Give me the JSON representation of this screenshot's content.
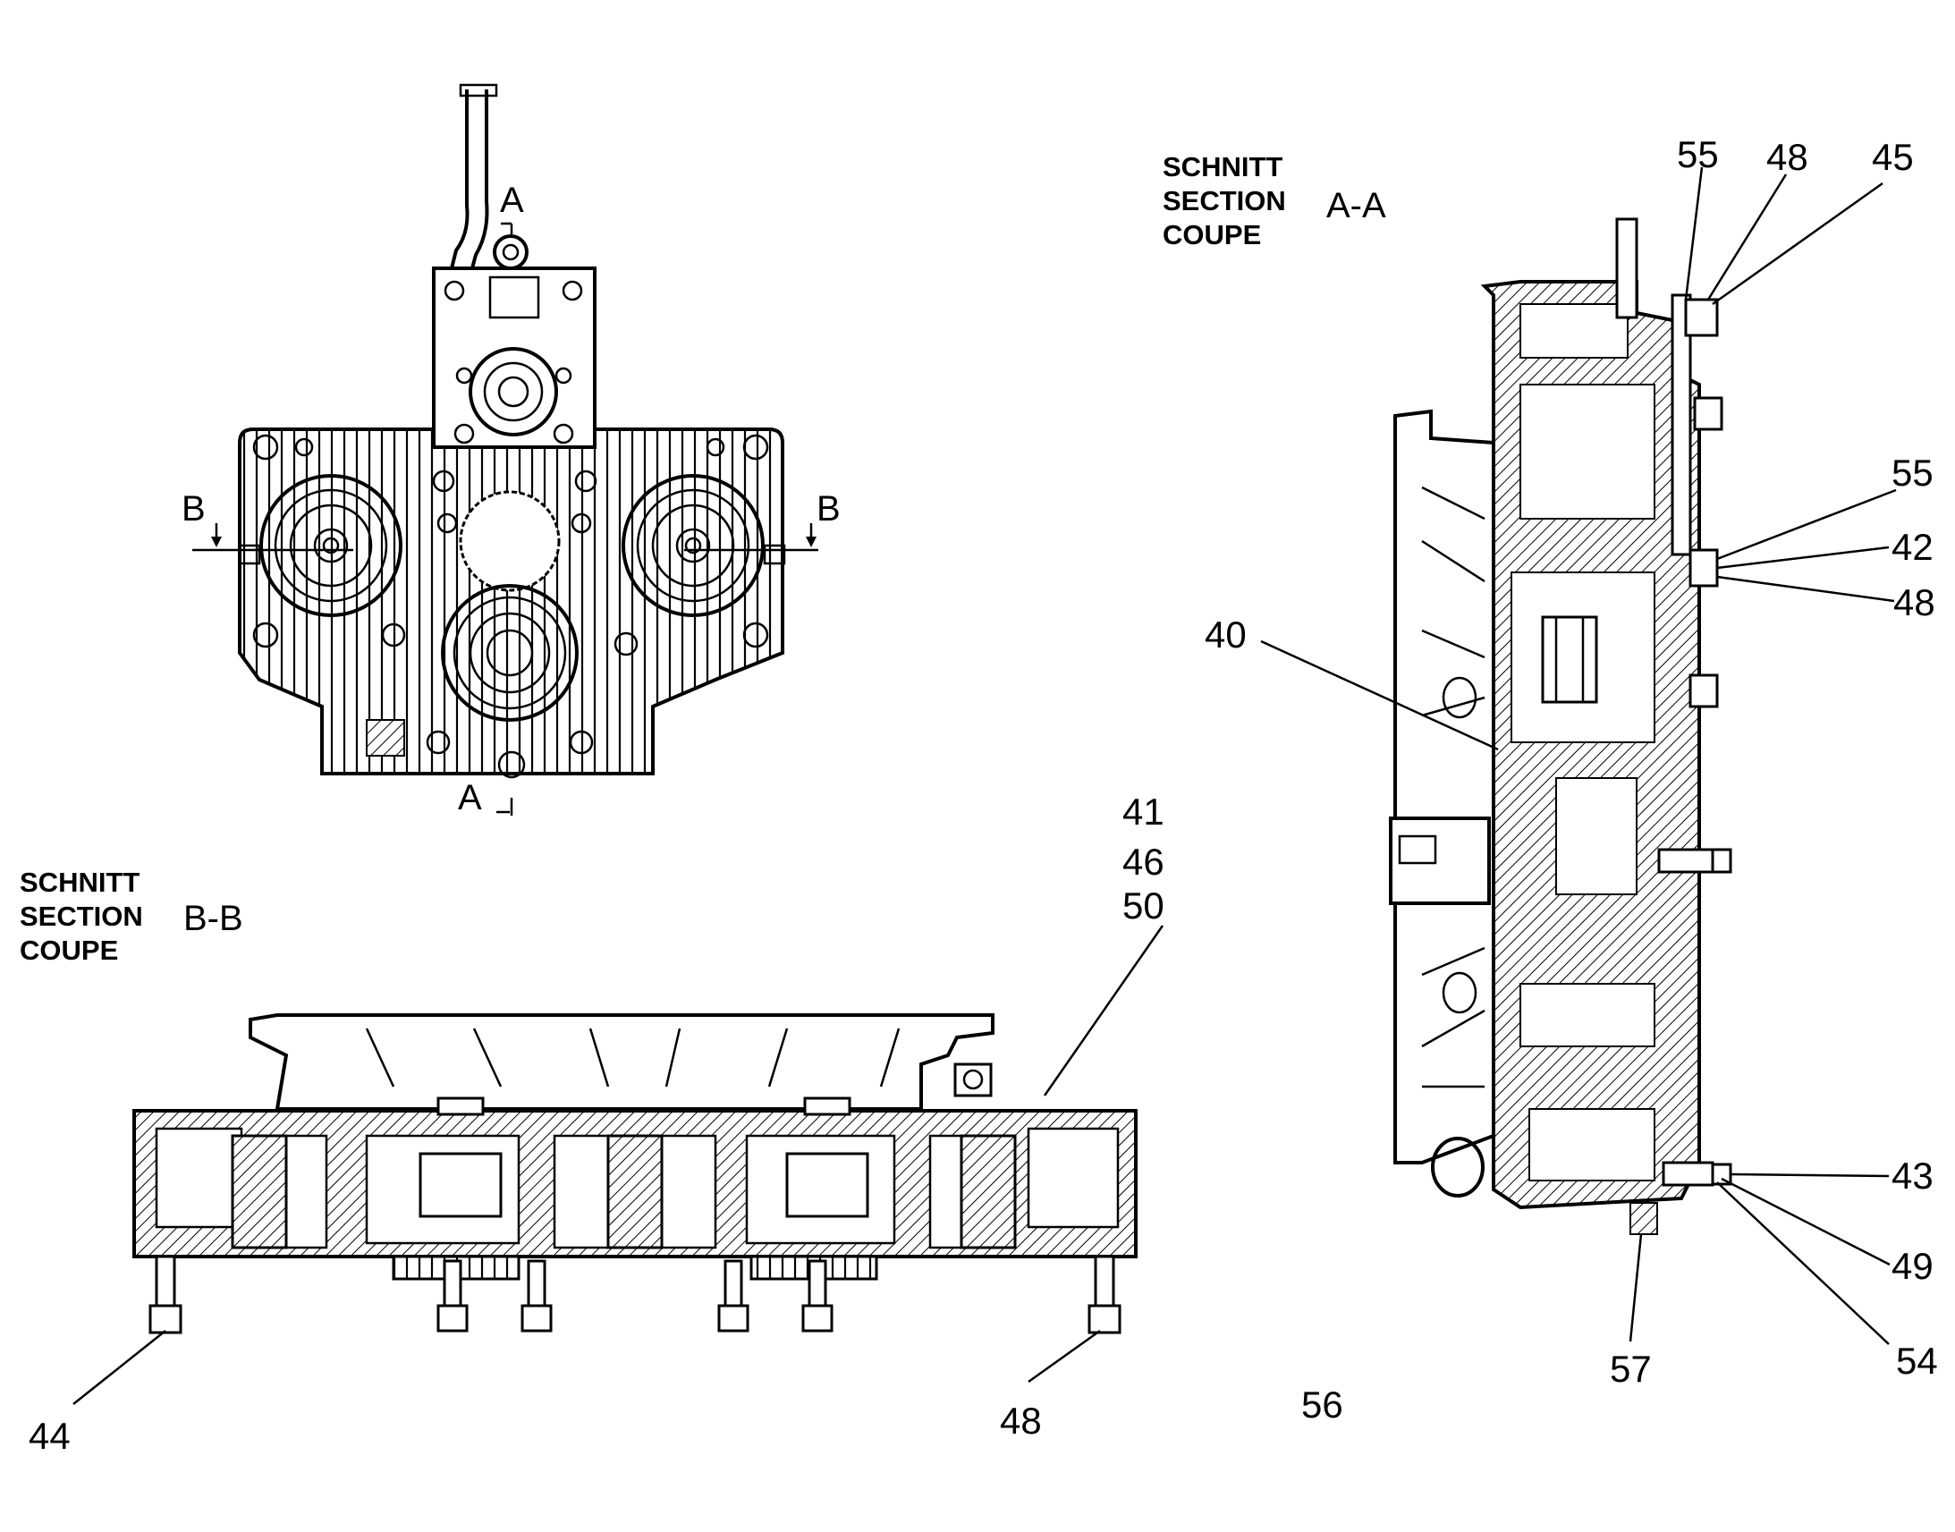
{
  "section_aa": {
    "heading_lines": [
      "SCHNITT",
      "SECTION",
      "COUPE"
    ],
    "name": "A-A"
  },
  "section_bb": {
    "heading_lines": [
      "SCHNITT",
      "SECTION",
      "COUPE"
    ],
    "name": "B-B"
  },
  "cut_markers": {
    "a_top": "A",
    "a_bottom": "A",
    "b_left": "B",
    "b_right": "B"
  },
  "callouts": {
    "n55_top": "55",
    "n48_top": "48",
    "n45": "45",
    "n55_mid": "55",
    "n42": "42",
    "n48_mid": "48",
    "n40": "40",
    "n43": "43",
    "n49": "49",
    "n54": "54",
    "n57": "57",
    "n56": "56",
    "n41": "41",
    "n46": "46",
    "n50": "50",
    "n44": "44",
    "n48_bottom": "48"
  }
}
